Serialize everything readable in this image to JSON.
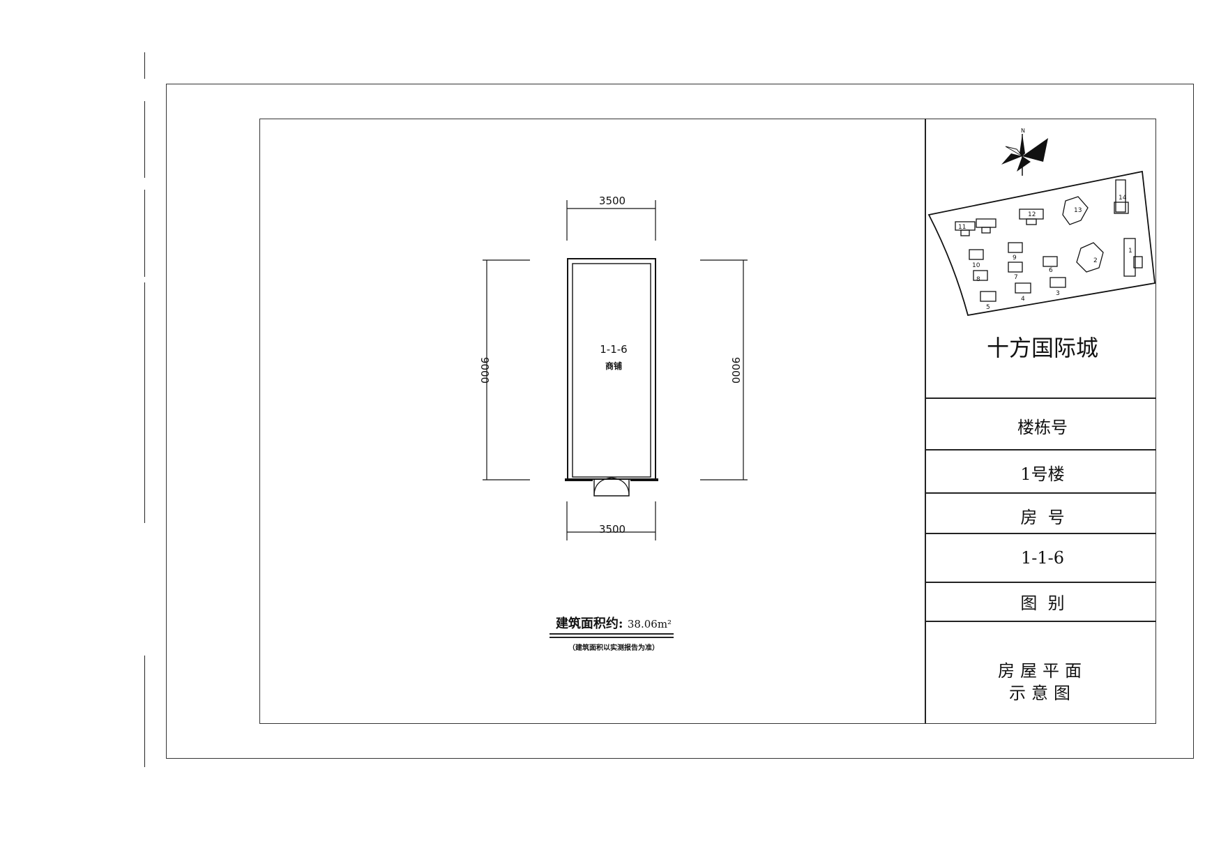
{
  "plan": {
    "dim_top": "3500",
    "dim_bottom": "3500",
    "dim_left": "9000",
    "dim_right": "9000",
    "unit_code": "1-1-6",
    "unit_type": "商铺",
    "area_label": "建筑面积约:",
    "area_value": "38.06m²",
    "area_note": "（建筑面积以实测报告为准）"
  },
  "site_plan": {
    "project_name": "十方国际城",
    "building_numbers": [
      "1",
      "2",
      "3",
      "4",
      "5",
      "6",
      "7",
      "8",
      "9",
      "10",
      "11",
      "12",
      "13",
      "14"
    ]
  },
  "title_block": {
    "building_label": "楼栋号",
    "building_value": "1号楼",
    "room_label": "房  号",
    "room_value": "1-1-6",
    "drawing_label": "图  别",
    "drawing_value_line1": "房屋平面",
    "drawing_value_line2": "示意图"
  },
  "icons": {
    "north_arrow": "compass-rose-icon"
  },
  "colors": {
    "line": "#222222",
    "background": "#ffffff"
  }
}
